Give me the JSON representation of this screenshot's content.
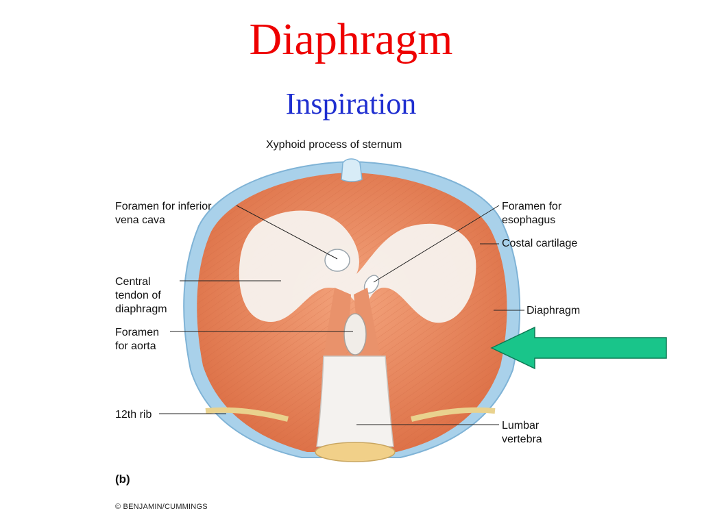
{
  "slide": {
    "title": "Diaphragm",
    "subtitle": "Inspiration"
  },
  "labels": {
    "xyphoid": "Xyphoid process of sternum",
    "foramen_ivc": "Foramen for inferior\nvena cava",
    "central_tendon": "Central\ntendon of\ndiaphragm",
    "foramen_aorta": "Foramen\nfor aorta",
    "rib12": "12th rib",
    "foramen_esophagus": "Foramen for\nesophagus",
    "costal_cartilage": "Costal cartilage",
    "diaphragm": "Diaphragm",
    "lumbar_vertebra": "Lumbar\nvertebra",
    "panel": "(b)",
    "credit": "© BENJAMIN/CUMMINGS"
  },
  "colors": {
    "title": "#ee0000",
    "subtitle": "#1f2fd0",
    "muscle": "#e8875c",
    "tendon": "#f7f2ee",
    "cartilage": "#a9d1ea",
    "arrow": "#19c58a"
  },
  "icons": {
    "pointer": "left-arrow-icon"
  }
}
